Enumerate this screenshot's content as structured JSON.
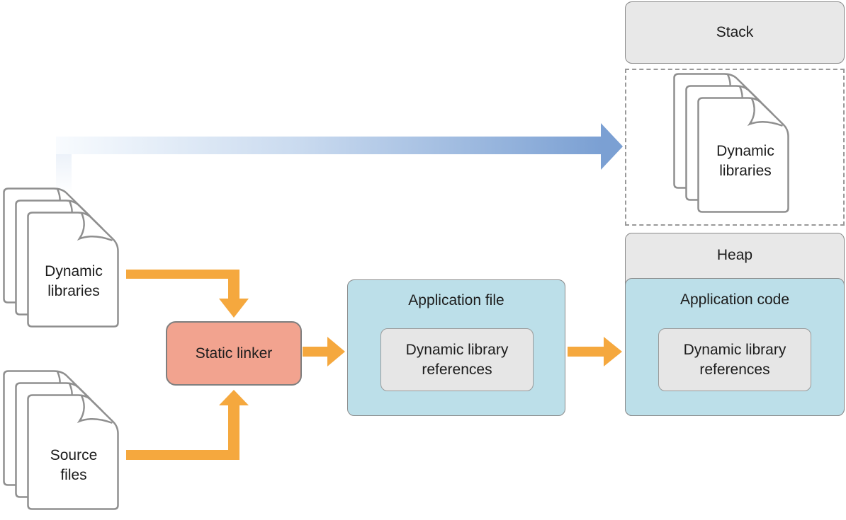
{
  "colors": {
    "background": "#ffffff",
    "box_border": "#8a8a8a",
    "gray_fill": "#e8e8e8",
    "inner_gray_fill": "#e6e6e6",
    "blue_fill": "#bcdfe9",
    "salmon_fill": "#f2a38f",
    "orange_arrow": "#f5a83e",
    "blue_arrow": "#7ba0d3",
    "page_stroke": "#8f8f8f",
    "dashed_border": "#999999",
    "text": "#1c1c1c"
  },
  "memory": {
    "stack_label": "Stack",
    "loaded_libraries_label": "Dynamic\nlibraries",
    "heap_label": "Heap",
    "application_code": {
      "title": "Application code",
      "references_label": "Dynamic library\nreferences"
    }
  },
  "build": {
    "dynamic_libraries_label": "Dynamic\nlibraries",
    "source_files_label": "Source\nfiles",
    "static_linker_label": "Static linker",
    "application_file": {
      "title": "Application file",
      "references_label": "Dynamic library\nreferences"
    }
  }
}
